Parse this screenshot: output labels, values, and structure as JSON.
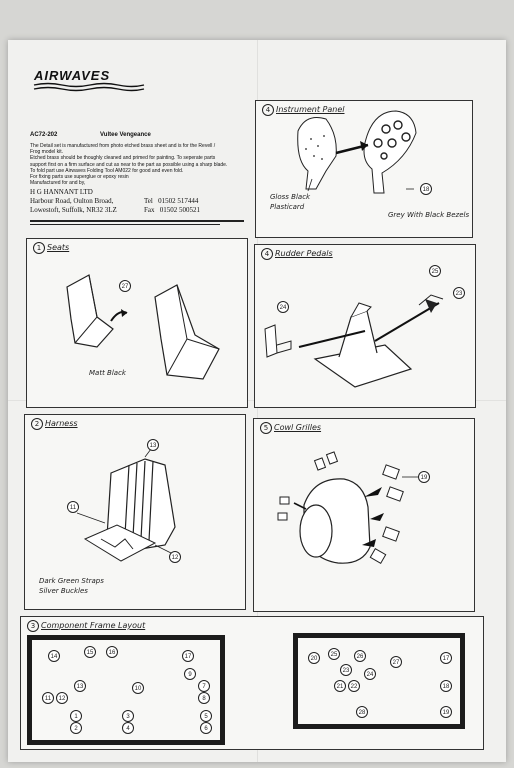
{
  "brand": "AIRWAVES",
  "kit": {
    "code": "AC72-202",
    "name": "Vultee Vengeance"
  },
  "intro_lines": [
    "The Detail set is manufactured from photo etched brass sheet and is for the Revell /",
    "Frog model kit.",
    "Etched brass should be thoughly cleaned and primed for painting. To seperate parts",
    "support first on a firm surface and cut as near to the part as possible using a sharp blade.",
    "To fold part use Airwaves Folding Tool AM022 for good and even fold.",
    "For fixing parts use superglue or epoxy resin",
    "Manufactured for and by,"
  ],
  "company": {
    "name": "H G HANNANT LTD",
    "street": "Harbour Road, Oulton Broad,",
    "city": "Lowestoft, Suffolk, NR32 3LZ",
    "tel_label": "Tel",
    "tel": "01502 517444",
    "fax_label": "Fax",
    "fax": "01502 500521"
  },
  "panels": {
    "instrument": {
      "num": "4",
      "title": "Instrument Panel",
      "note_gloss": "Gloss Black",
      "note_plasticard": "Plasticard",
      "note_grey": "Grey With Black Bezels",
      "callout": "18"
    },
    "seats": {
      "num": "1",
      "title": "Seats",
      "note": "Matt Black",
      "callout": "27"
    },
    "rudder": {
      "num": "4",
      "title": "Rudder Pedals",
      "callouts": [
        "24",
        "25",
        "23"
      ]
    },
    "harness": {
      "num": "2",
      "title": "Harness",
      "note_straps": "Dark Green Straps",
      "note_buckles": "Silver Buckles",
      "callouts": [
        "13",
        "11",
        "12"
      ]
    },
    "cowl": {
      "num": "5",
      "title": "Cowl Grilles",
      "callout": "19"
    },
    "layout": {
      "num": "3",
      "title": "Component Frame Layout"
    }
  },
  "frame_left_parts": [
    "14",
    "15",
    "16",
    "17",
    "9",
    "13",
    "10",
    "7",
    "11",
    "12",
    "8",
    "1",
    "3",
    "5",
    "2",
    "4",
    "6"
  ],
  "frame_right_parts": [
    "20",
    "25",
    "26",
    "27",
    "17",
    "23",
    "24",
    "21",
    "22",
    "18",
    "28",
    "19"
  ]
}
